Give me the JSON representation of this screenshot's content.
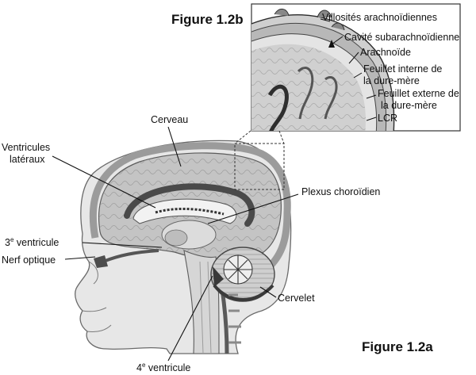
{
  "figures": {
    "main_title": "Figure 1.2a",
    "inset_title": "Figure 1.2b"
  },
  "main_labels": {
    "cerveau": "Cerveau",
    "ventricules_line1": "Ventricules",
    "ventricules_line2": "latéraux",
    "plexus": "Plexus choroïdien",
    "third_ventricle_num": "3",
    "third_ventricle_sup": "e",
    "third_ventricle_text": " ventricule",
    "nerf_optique": "Nerf optique",
    "cervelet": "Cervelet",
    "fourth_ventricle_num": "4",
    "fourth_ventricle_sup": "e",
    "fourth_ventricle_text": " ventricule"
  },
  "inset_labels": {
    "villosites": "Villosités arachnoïdiennes",
    "cavite": "Cavité subarachnoïdienne",
    "arachnoide": "Arachnoïde",
    "feuillet_interne_line1": "Feuillet interne de",
    "feuillet_interne_line2": "la dure-mère",
    "feuillet_externe_line1": "Feuillet externe de",
    "feuillet_externe_line2": "la dure-mère",
    "lcr": "LCR"
  }
}
